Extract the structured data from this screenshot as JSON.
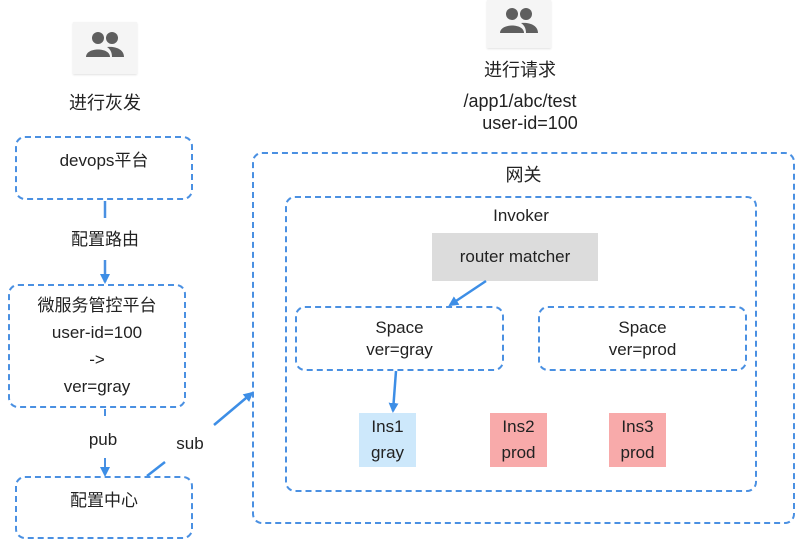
{
  "actors": {
    "gray_release": {
      "icon": "users-icon",
      "label": "进行灰发"
    },
    "request": {
      "icon": "users-icon",
      "label": "进行请求",
      "path": "/app1/abc/test",
      "header": "user-id=100"
    }
  },
  "left_flow": {
    "devops": {
      "label": "devops平台"
    },
    "edge_config_route": {
      "label": "配置路由"
    },
    "msc_platform": {
      "title": "微服务管控平台",
      "lines": [
        "user-id=100",
        "->",
        "ver=gray"
      ]
    },
    "edge_pub": {
      "label": "pub"
    },
    "config_center": {
      "label": "配置中心"
    },
    "edge_sub": {
      "label": "sub"
    }
  },
  "gateway": {
    "title": "网关",
    "invoker": {
      "title": "Invoker",
      "router_matcher": "router matcher",
      "spaces": [
        {
          "title": "Space",
          "version": "ver=gray"
        },
        {
          "title": "Space",
          "version": "ver=prod"
        }
      ],
      "instances": [
        {
          "name": "Ins1",
          "version": "gray",
          "color": "#cde8fb"
        },
        {
          "name": "Ins2",
          "version": "prod",
          "color": "#f8aaaa"
        },
        {
          "name": "Ins3",
          "version": "prod",
          "color": "#f8aaaa"
        }
      ]
    }
  },
  "colors": {
    "dash": "#4a90e2",
    "arrow": "#3d8ee6",
    "icon": "#5f5f5f"
  }
}
